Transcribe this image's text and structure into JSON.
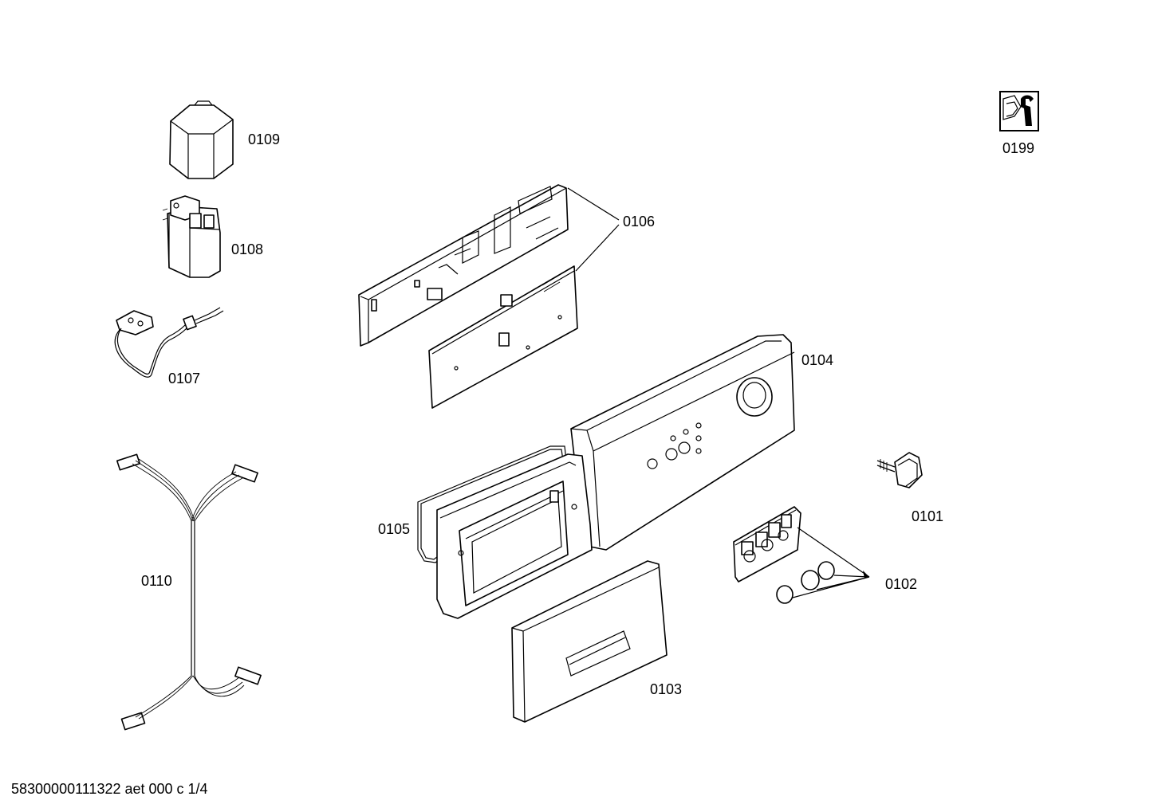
{
  "parts": [
    {
      "id": "part-0109",
      "label": "0109"
    },
    {
      "id": "part-0108",
      "label": "0108"
    },
    {
      "id": "part-0107",
      "label": "0107"
    },
    {
      "id": "part-0110",
      "label": "0110"
    },
    {
      "id": "part-0106",
      "label": "0106"
    },
    {
      "id": "part-0104",
      "label": "0104"
    },
    {
      "id": "part-0105",
      "label": "0105"
    },
    {
      "id": "part-0103",
      "label": "0103"
    },
    {
      "id": "part-0101",
      "label": "0101"
    },
    {
      "id": "part-0102",
      "label": "0102"
    },
    {
      "id": "part-0199",
      "label": "0199"
    }
  ],
  "footer": "58300000111322 aet 000 c 1/4"
}
